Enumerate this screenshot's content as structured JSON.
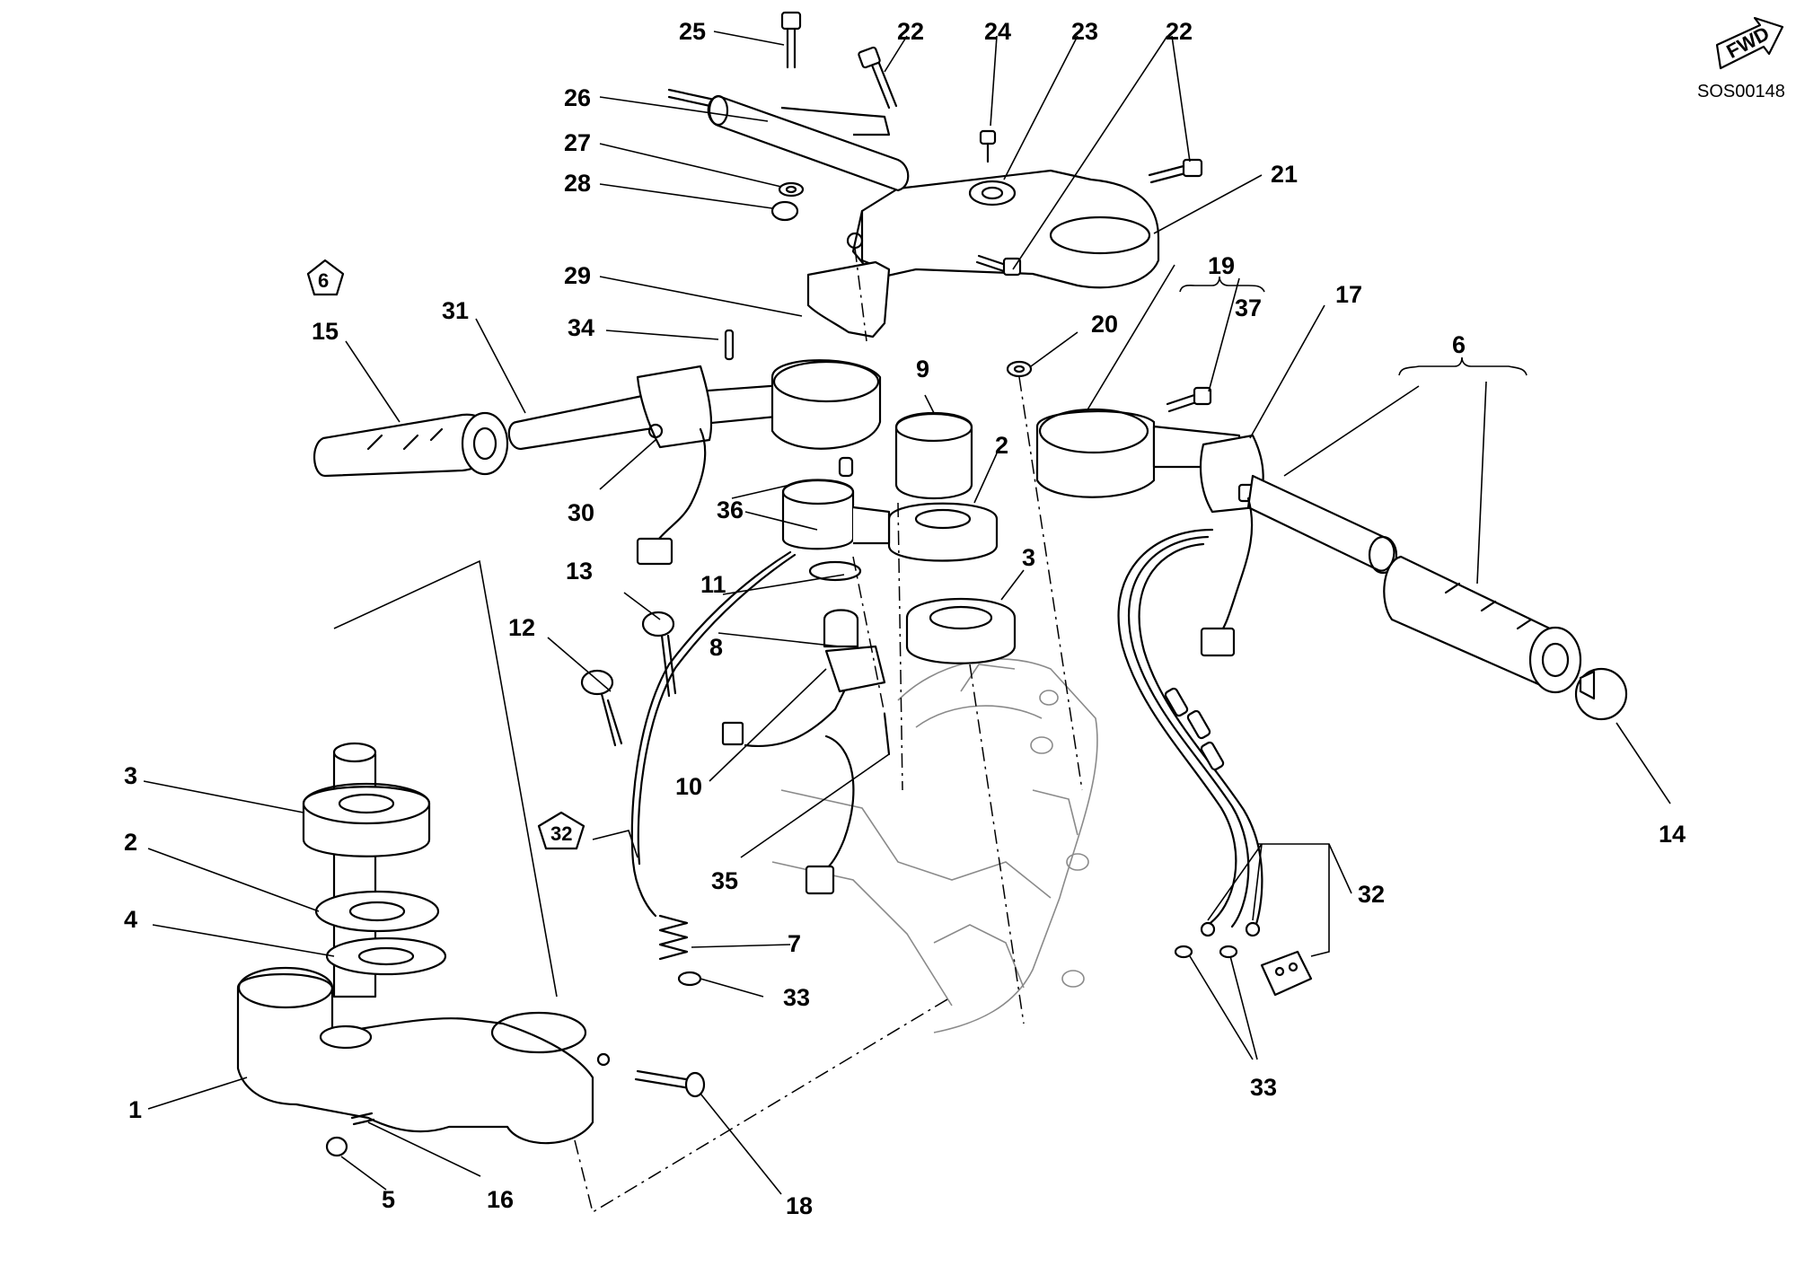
{
  "diagram": {
    "reference_code": "SOS00148",
    "direction_marker": "FWD",
    "callouts": {
      "c1": "1",
      "c2a": "2",
      "c2b": "2",
      "c3a": "3",
      "c3b": "3",
      "c4": "4",
      "c5": "5",
      "c6a": "6",
      "c6b": "6",
      "c7": "7",
      "c8": "8",
      "c9": "9",
      "c10": "10",
      "c11": "11",
      "c12": "12",
      "c13": "13",
      "c14": "14",
      "c15": "15",
      "c16": "16",
      "c17": "17",
      "c18": "18",
      "c19": "19",
      "c20": "20",
      "c21": "21",
      "c22a": "22",
      "c22b": "22",
      "c23": "23",
      "c24": "24",
      "c25": "25",
      "c26": "26",
      "c27": "27",
      "c28": "28",
      "c29": "29",
      "c30": "30",
      "c31": "31",
      "c32a": "32",
      "c32b": "32",
      "c33a": "33",
      "c33b": "33",
      "c34": "34",
      "c35": "35",
      "c36": "36",
      "c37": "37"
    }
  }
}
